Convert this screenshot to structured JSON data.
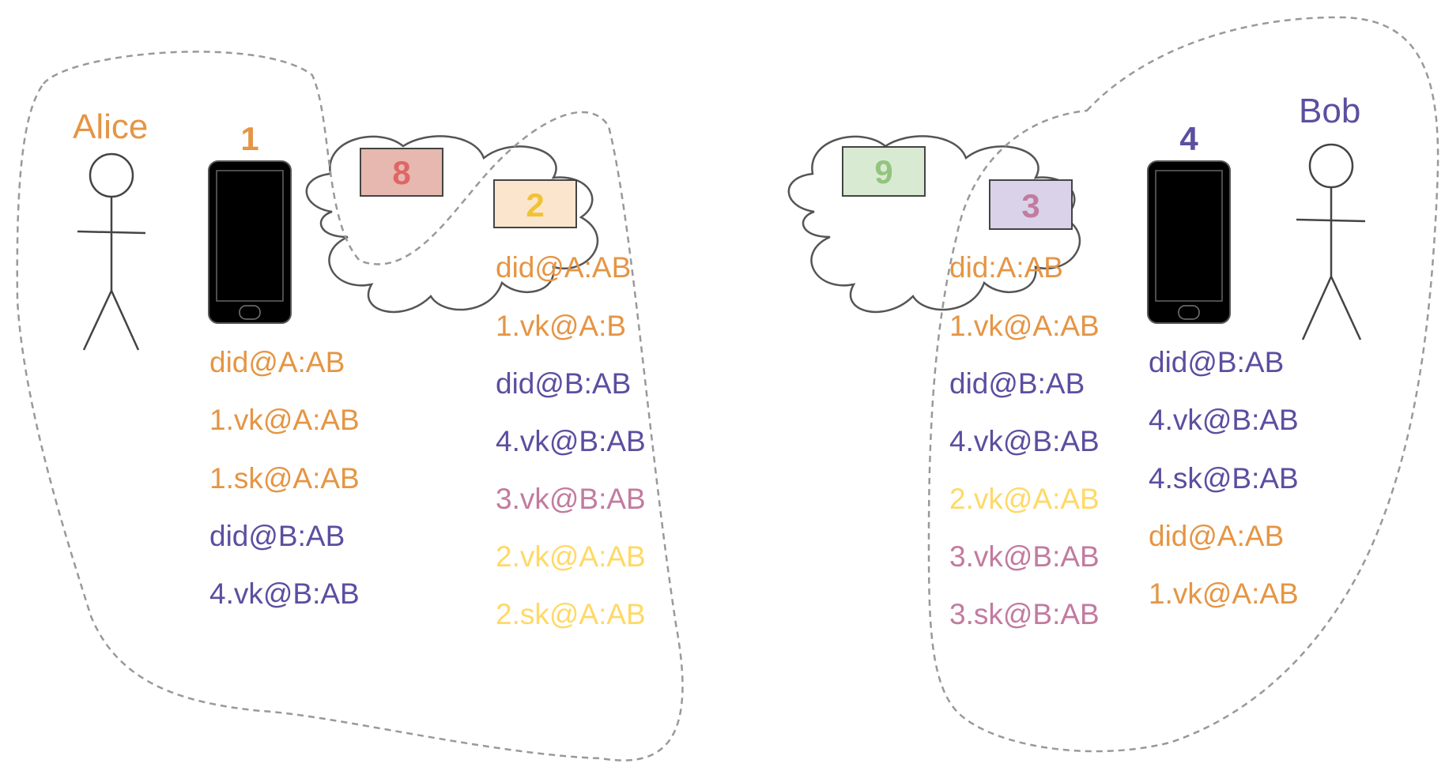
{
  "people": {
    "alice": "Alice",
    "bob": "Bob"
  },
  "devices": {
    "alice_phone": "1",
    "bob_phone": "4"
  },
  "boxes": {
    "alice_cloud_box": "2",
    "bob_cloud_box": "3",
    "alice_remote_box": "8",
    "bob_remote_box": "9"
  },
  "lists": {
    "alice_phone": [
      "did@A:AB",
      "1.vk@A:AB",
      "1.sk@A:AB",
      "did@B:AB",
      "4.vk@B:AB"
    ],
    "alice_cloud": [
      "did@A:AB",
      "1.vk@A:B",
      "did@B:AB",
      "4.vk@B:AB",
      "3.vk@B:AB",
      "2.vk@A:AB",
      "2.sk@A:AB"
    ],
    "bob_cloud": [
      "did:A:AB",
      "1.vk@A:AB",
      "did@B:AB",
      "4.vk@B:AB",
      "2.vk@A:AB",
      "3.vk@B:AB",
      "3.sk@B:AB"
    ],
    "bob_phone": [
      "did@B:AB",
      "4.vk@B:AB",
      "4.sk@B:AB",
      "did@A:AB",
      "1.vk@A:AB"
    ]
  },
  "colors": {
    "alice": "#e59544",
    "bob": "#5c4ea0",
    "pink": "#c27ba0",
    "yellow": "#ffd966",
    "box8_fill": "#e6b8af",
    "box8_text": "#e06666",
    "box2_fill": "#fce5cd",
    "box2_text": "#f1c232",
    "box3_fill": "#d9d2e9",
    "box3_text": "#c27ba0",
    "box9_fill": "#d9ead3",
    "box9_text": "#93c47d"
  }
}
